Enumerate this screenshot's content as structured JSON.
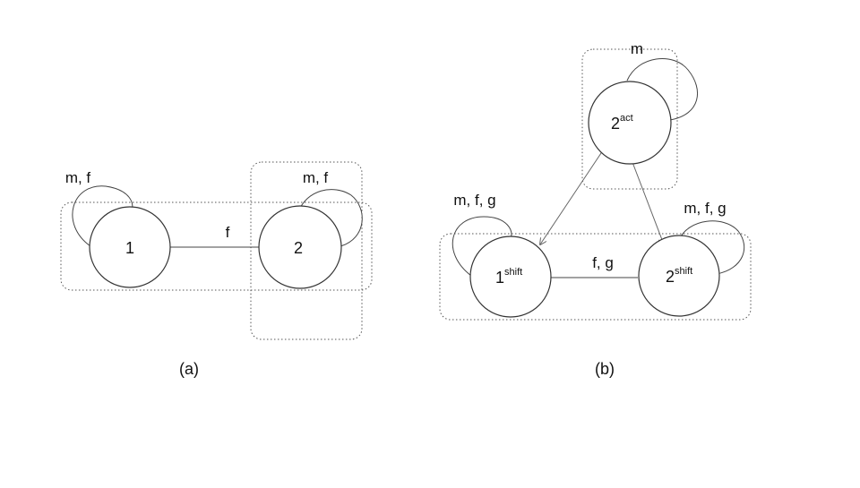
{
  "diagram_a": {
    "caption": "(a)",
    "node_1": {
      "label": "1",
      "loop_label": "m, f"
    },
    "node_2": {
      "label": "2",
      "loop_label": "m, f"
    },
    "edge_1_2_label": "f"
  },
  "diagram_b": {
    "caption": "(b)",
    "node_2act": {
      "base": "2",
      "sup": "act",
      "loop_label": "m"
    },
    "node_1shift": {
      "base": "1",
      "sup": "shift",
      "loop_label": "m, f, g"
    },
    "node_2shift": {
      "base": "2",
      "sup": "shift",
      "loop_label": "m, f, g"
    },
    "edge_shift_label": "f, g"
  }
}
